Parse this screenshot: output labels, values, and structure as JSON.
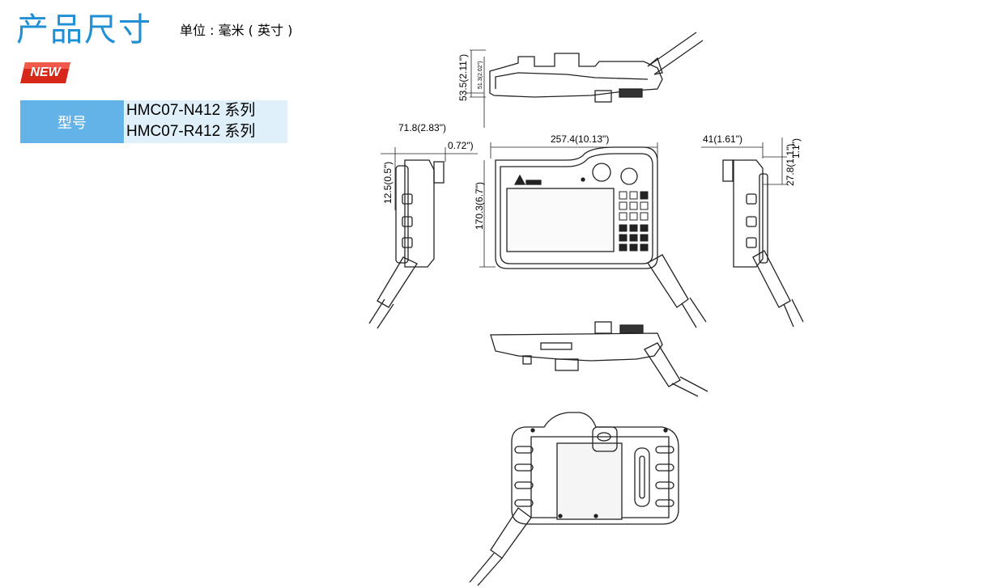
{
  "header": {
    "title": "产品尺寸",
    "unit": "单位 : 毫米 ( 英寸 )"
  },
  "badge": {
    "text": "NEW"
  },
  "model": {
    "label": "型号",
    "values": [
      "HMC07-N412 系列",
      "HMC07-R412 系列"
    ]
  },
  "dimensions": {
    "top_height": "53.5(2.11\")",
    "top_small": "51.3(2.02\")",
    "left_width": "71.8(2.83\")",
    "left_small": "0.72\")",
    "left_height": "12.5(0.5\")",
    "front_width": "257.4(10.13\")",
    "front_height": "170.3(6.7\")",
    "right_width": "41(1.61\")",
    "right_small": "1.1\")",
    "right_height": "27.8(1.1\")"
  },
  "colors": {
    "title": "#1f8fd6",
    "model_label_bg": "#64b3e8",
    "model_value_bg": "#dff0fb",
    "badge": "#d62718"
  }
}
